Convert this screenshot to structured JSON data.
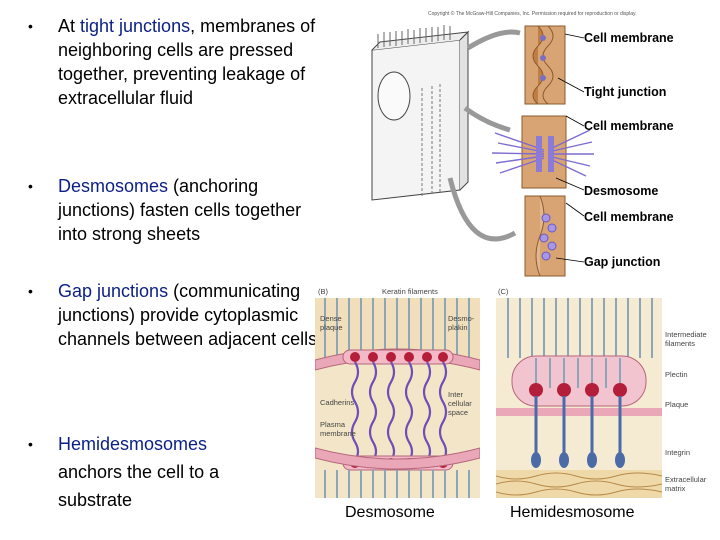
{
  "bullets": [
    {
      "highlight": "",
      "lead": "At ",
      "term": "tight junctions",
      "rest": ", membranes of neighboring cells are pressed together, preventing leakage of extracellular fluid"
    },
    {
      "term": "Desmosomes",
      "rest": " (anchoring junctions) fasten cells together into strong sheets"
    },
    {
      "term": "Gap junctions",
      "rest": " (communicating junctions) provide cytoplasmic channels between adjacent cells"
    },
    {
      "term": "Hemidesmosomes",
      "rest": " anchors the cell to a substrate"
    }
  ],
  "figure": {
    "copyright": "Copyright © The McGraw-Hill Companies, Inc. Permission required for reproduction or display.",
    "labels": {
      "cell_membrane_1": "Cell membrane",
      "tight_junction": "Tight junction",
      "cell_membrane_2": "Cell membrane",
      "desmosome": "Desmosome",
      "cell_membrane_3": "Cell membrane",
      "gap_junction": "Gap junction"
    }
  },
  "desmosome_panel": {
    "panel_letter": "(B)",
    "labels": {
      "keratin": "Keratin filaments",
      "dense_plaque": "Dense plaque",
      "desmoplakin": "Desmo-plakin",
      "cadherins": "Cadherins",
      "intercellular": "Inter cellular space",
      "plasma_membrane": "Plasma membrane"
    },
    "caption": "Desmosome"
  },
  "hemidesmosome_panel": {
    "panel_letter": "(C)",
    "labels": {
      "intermediate": "Intermediate filaments",
      "plectin": "Plectin",
      "plaque": "Plaque",
      "integrin": "Integrin",
      "matrix": "Extracellular matrix"
    },
    "caption": "Hemidesmosome"
  }
}
